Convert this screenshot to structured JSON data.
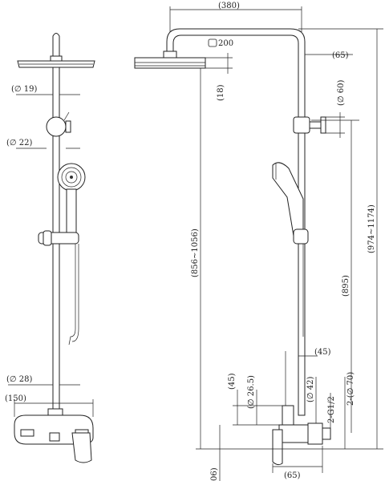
{
  "dimensions": {
    "arm_length": "(380)",
    "head_size": "200",
    "head_offset": "(65)",
    "head_thickness": "(18)",
    "rail_diameter": "(∅ 19)",
    "holder_diameter": "(∅ 22)",
    "hose_diameter": "(∅ 28)",
    "mixer_width": "(150)",
    "wall_plate": "(∅ 60)",
    "head_to_floor_range": "(856~1056)",
    "total_height_range": "(974~1174)",
    "rail_height": "(895)",
    "valve_offset": "(45)",
    "valve_height": "(45)",
    "inlet_diameter": "(∅ 26.5)",
    "escutcheon_diameter": "(∅ 42)",
    "thread": "2-G1/2",
    "connector_diameter": "2-(∅ 70)",
    "spout_projection": "(65)",
    "bottom_clip": "06)"
  },
  "colors": {
    "line": "#222222",
    "background": "#ffffff",
    "shade": "#bbbbbb"
  }
}
